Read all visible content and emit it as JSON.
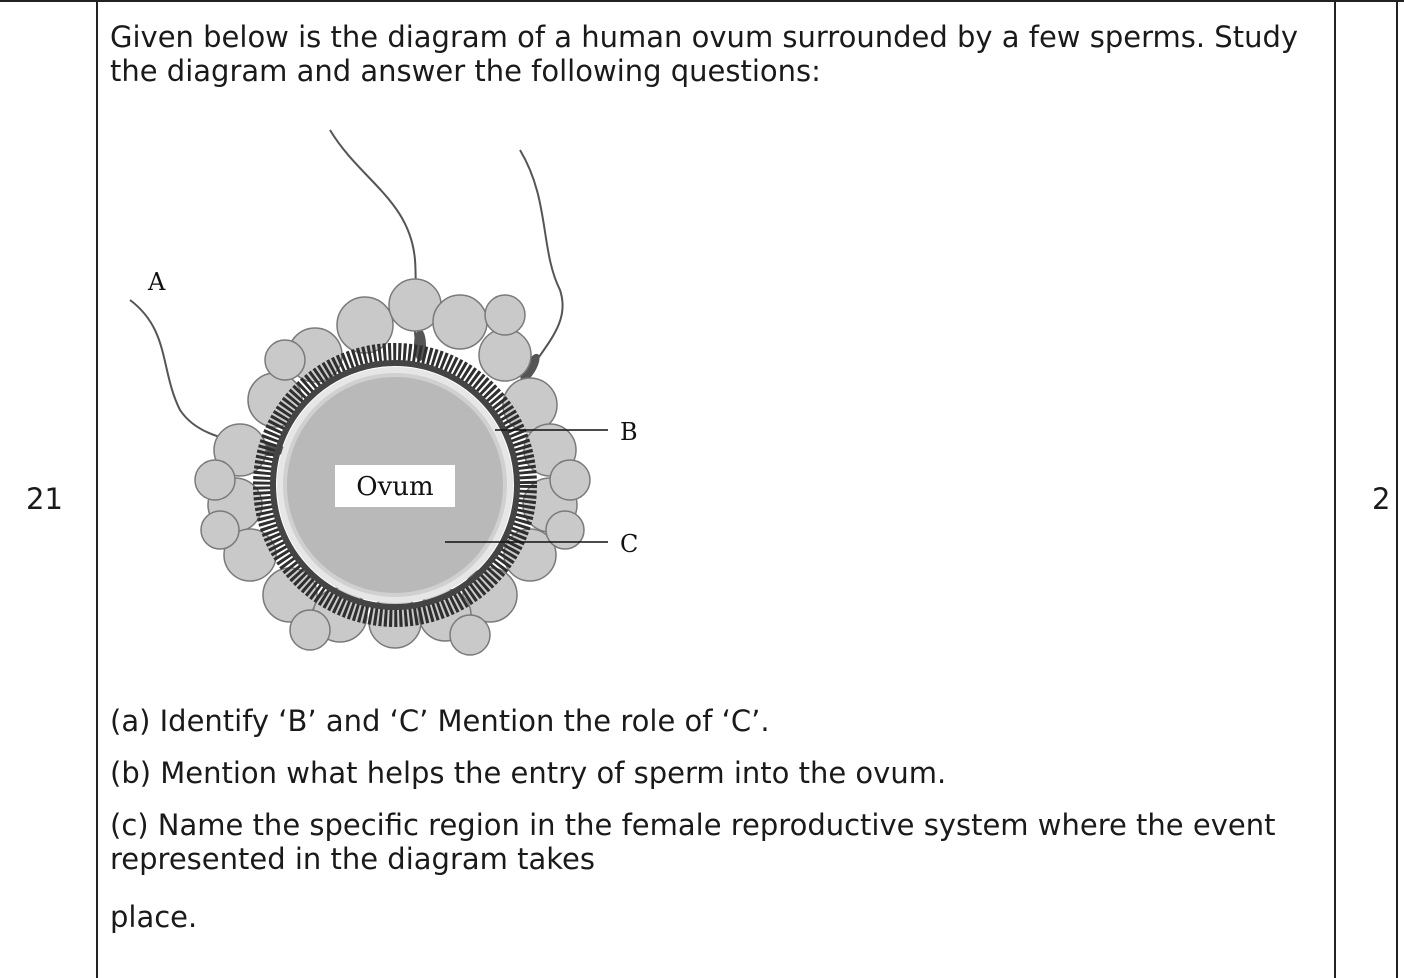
{
  "question": {
    "number": "21",
    "marks": "2",
    "intro": "Given below is the diagram of a human ovum surrounded by a few sperms. Study the diagram and answer the following questions:",
    "parts": [
      "(a) Identify ‘B’ and ‘C’ Mention the role of ‘C’.",
      "(b) Mention what helps the entry of sperm into the ovum.",
      "(c) Name the specific region in the female reproductive system where the event represented in the diagram takes",
      "place."
    ]
  },
  "diagram": {
    "label_a": "A",
    "label_b": "B",
    "label_c": "C",
    "center_label": "Ovum"
  }
}
